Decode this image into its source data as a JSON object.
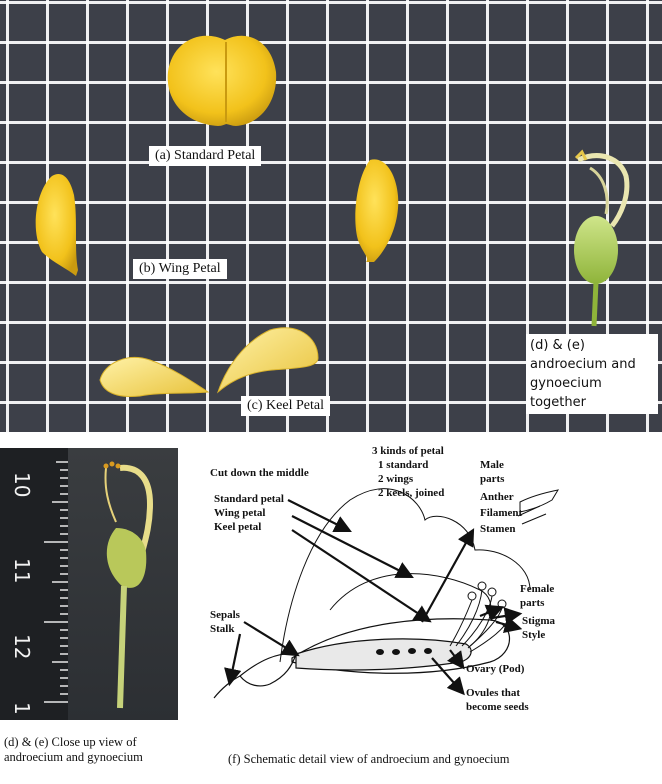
{
  "photo_labels": {
    "standard": "(a) Standard Petal",
    "wing": "(b) Wing Petal",
    "keel": "(c) Keel Petal",
    "de_line1": "(d) & (e)",
    "de_line2": "androecium and",
    "de_line3": "gynoecium",
    "de_line4": "together"
  },
  "ruler": {
    "numbers": [
      "10",
      "11",
      "12",
      "1"
    ]
  },
  "captions": {
    "closeup": "(d) & (e) Close up view of androecium and gynoecium",
    "schematic": "(f) Schematic detail view of androecium and gynoecium"
  },
  "schematic_labels": {
    "cut": "Cut down the middle",
    "kinds": "3 kinds of petal",
    "one_standard": "1 standard",
    "two_wings": "2 wings",
    "two_keels": "2 keels, joined",
    "male": "Male",
    "male_parts": "parts",
    "anther": "Anther",
    "filament": "Filament",
    "stamen": "Stamen",
    "standard_petal": "Standard petal",
    "wing_petal": "Wing petal",
    "keel_petal": "Keel petal",
    "female": "Female",
    "female_parts": "parts",
    "stigma": "Stigma",
    "style": "Style",
    "sepals": "Sepals",
    "stalk": "Stalk",
    "ovary": "Ovary (Pod)",
    "ovules1": "Ovules that",
    "ovules2": "become seeds"
  },
  "colors": {
    "petal_yellow": "#f2c21b",
    "background_grid": "#3d4049"
  }
}
